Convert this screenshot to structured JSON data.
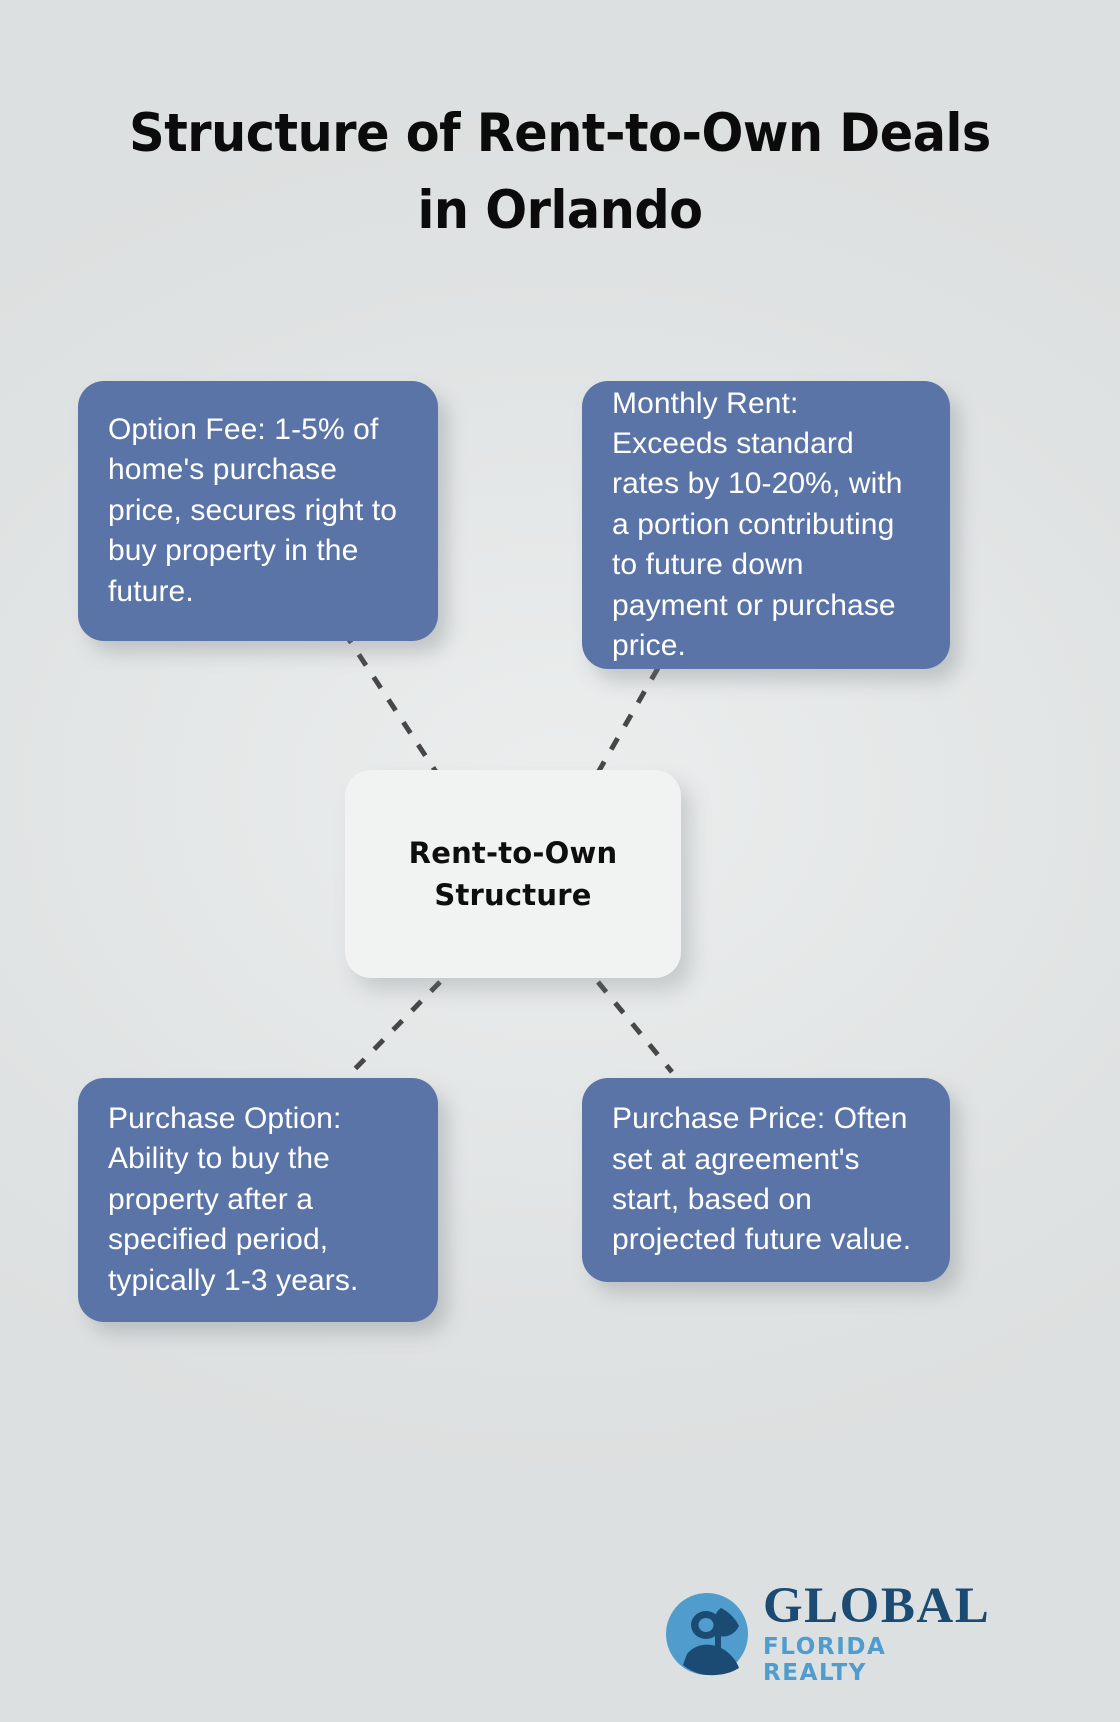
{
  "page": {
    "background_color": "#e1e4e4",
    "title_line_1": "Structure of Rent-to-Own Deals",
    "title_line_2": "in Orlando"
  },
  "colors": {
    "leaf_box": "#5a74a8",
    "center_box": "#f1f2f2",
    "leaf_text": "#ffffff",
    "title_text": "#0b0b0b",
    "connector": "#474747",
    "logo_navy": "#1b4a72",
    "logo_blue": "#4f9ccd"
  },
  "diagram": {
    "center": {
      "label_line_1": "Rent-to-Own",
      "label_line_2": "Structure"
    },
    "nodes": [
      {
        "id": "option-fee",
        "position": "top-left",
        "text": "Option Fee: 1-5% of home's purchase price, secures right to buy property in the future."
      },
      {
        "id": "monthly-rent",
        "position": "top-right",
        "text": "Monthly Rent: Exceeds standard rates by 10-20%, with a portion contributing to future down payment or purchase price."
      },
      {
        "id": "purchase-option",
        "position": "bottom-left",
        "text": "Purchase Option: Ability to buy the property after a specified period, typically 1-3 years."
      },
      {
        "id": "purchase-price",
        "position": "bottom-right",
        "text": "Purchase Price: Often set at agreement's start, based on projected future value."
      }
    ],
    "connector_style": "dashed"
  },
  "logo": {
    "mark": "globe-g-icon",
    "name": "GLOBAL",
    "tagline": "FLORIDA REALTY"
  }
}
